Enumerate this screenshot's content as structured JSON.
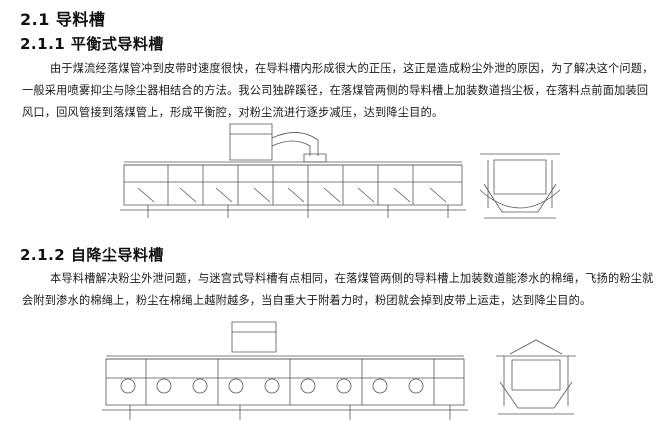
{
  "section": {
    "heading": "2.1 导料槽"
  },
  "subsections": [
    {
      "heading": "2.1.1 平衡式导料槽",
      "paragraph": "由于煤流经落煤管冲到皮带时速度很快，在导料槽内形成很大的正压，这正是造成粉尘外泄的原因，为了解决这个问题，一般采用喷雾抑尘与除尘器相结合的方法。我公司独辟蹊径，在落煤管两侧的导料槽上加装数道挡尘板，在落料点前面加装回风口，回风管接到落煤管上，形成平衡腔，对粉尘流进行逐步减压，达到降尘目的。"
    },
    {
      "heading": "2.1.2 自降尘导料槽",
      "paragraph": "本导料槽解决粉尘外泄问题，与迷宫式导料槽有点相同，在落煤管两侧的导料槽上加装数道能渗水的棉绳，飞扬的粉尘就会附到渗水的棉绳上，粉尘在棉绳上越附越多，当自重大于附着力时，粉团就会掉到皮带上运走，达到降尘目的。"
    }
  ],
  "colors": {
    "text": "#111111",
    "drawing_line": "#555555"
  }
}
